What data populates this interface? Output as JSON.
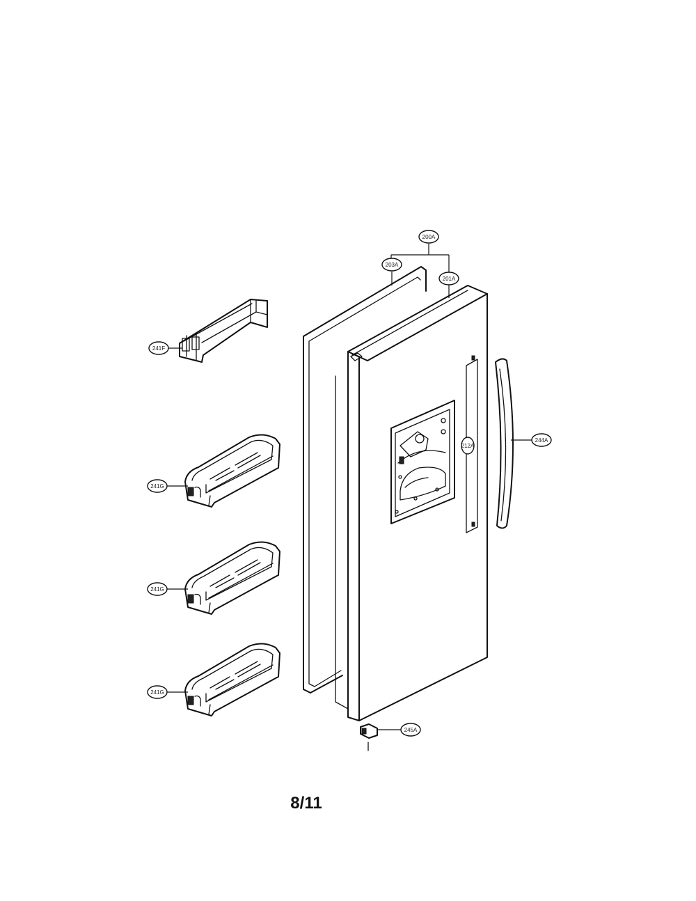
{
  "callouts": {
    "c200a": "200A",
    "c203a": "203A",
    "c201a": "201A",
    "c241f": "241F",
    "c244a": "244A",
    "c212a": "212A",
    "c241g_1": "241G",
    "c241g_2": "241G",
    "c241g_3": "241G",
    "c245a": "245A"
  },
  "page_number": "8/11"
}
